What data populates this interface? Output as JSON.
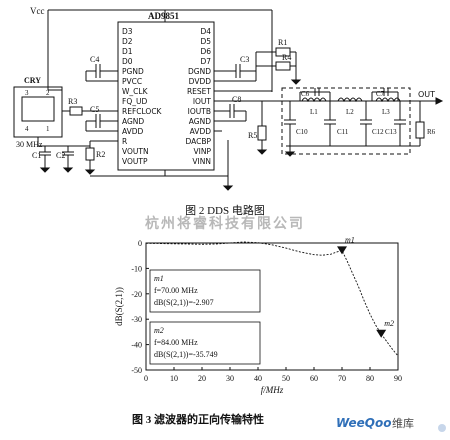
{
  "schematic": {
    "vcc": "Vcc",
    "chip": {
      "name": "AD9851",
      "left_pins": [
        "D3",
        "D2",
        "D1",
        "D0",
        "PGND",
        "PVCC",
        "W_CLK",
        "FQ_UD",
        "REFCLOCK",
        "AGND",
        "AVDD",
        "R",
        "VOUTN",
        "VOUTP"
      ],
      "right_pins": [
        "D4",
        "D5",
        "D6",
        "D7",
        "DGND",
        "DVDD",
        "RESET",
        "IOUT",
        "IOUTB",
        "AGND",
        "AVDD",
        "DACBP",
        "VINP",
        "VINN"
      ]
    },
    "crystal": {
      "name": "CRY",
      "pin_a": "3",
      "pin_b": "2",
      "pin_c": "4",
      "pin_d": "1",
      "freq": "30 MHz"
    },
    "components": {
      "c4": "C4",
      "c5": "C5",
      "c3": "C3",
      "c1": "C1",
      "c2": "C2",
      "r1": "R1",
      "r2": "R2",
      "r3": "R3",
      "r4": "R4",
      "r5": "R5",
      "r6": "R6",
      "c6": "C6",
      "c7": "C7",
      "c10": "C10",
      "c11": "C11",
      "c12": "C12",
      "c13": "C13",
      "l1": "L1",
      "l2": "L2",
      "l3": "L3",
      "c8": "C8"
    },
    "out": "OUT"
  },
  "fig2_caption": "图 2   DDS 电路图",
  "watermark": "杭州将睿科技有限公司",
  "chart_data": {
    "type": "line",
    "xlabel": "f/MHz",
    "ylabel": "dB(S(2,1))",
    "xlim": [
      0,
      90
    ],
    "ylim": [
      -50,
      0
    ],
    "xticks": [
      "0",
      "10",
      "20",
      "30",
      "40",
      "50",
      "60",
      "70",
      "80",
      "90"
    ],
    "yticks": [
      "0",
      "-10",
      "-20",
      "-30",
      "-40",
      "-50"
    ],
    "series": [
      {
        "x": [
          0,
          5,
          10,
          15,
          20,
          25,
          30,
          35,
          40,
          45,
          50,
          55,
          60,
          63,
          66,
          68,
          70,
          72,
          74,
          76,
          78,
          80,
          82,
          84,
          86,
          88,
          90
        ],
        "y": [
          -0.1,
          -0.2,
          -0.3,
          -0.4,
          -0.5,
          -0.4,
          0.0,
          0.4,
          0.1,
          -0.7,
          -2.0,
          -3.5,
          -4.6,
          -4.8,
          -4.4,
          -3.6,
          -2.907,
          -7.5,
          -12.5,
          -17.5,
          -23.0,
          -28.0,
          -32.3,
          -35.749,
          -38.8,
          -41.8,
          -44.5
        ]
      }
    ],
    "markers": [
      {
        "name": "m1",
        "x": 70,
        "y": -2.907
      },
      {
        "name": "m2",
        "x": 84,
        "y": -35.749
      }
    ],
    "marker_boxes": [
      {
        "line1": "m1",
        "line2": "f=70.00 MHz",
        "line3": "dB(S(2,1))=-2.907"
      },
      {
        "line1": "m2",
        "line2": "f=84.00 MHz",
        "line3": "dB(S(2,1))=-35.749"
      }
    ]
  },
  "fig3_caption": "图 3   滤波器的正向传输特性",
  "brand": {
    "prefix": "WeeQoo",
    "suffix": "维库",
    "color": "#2f6fb8"
  }
}
